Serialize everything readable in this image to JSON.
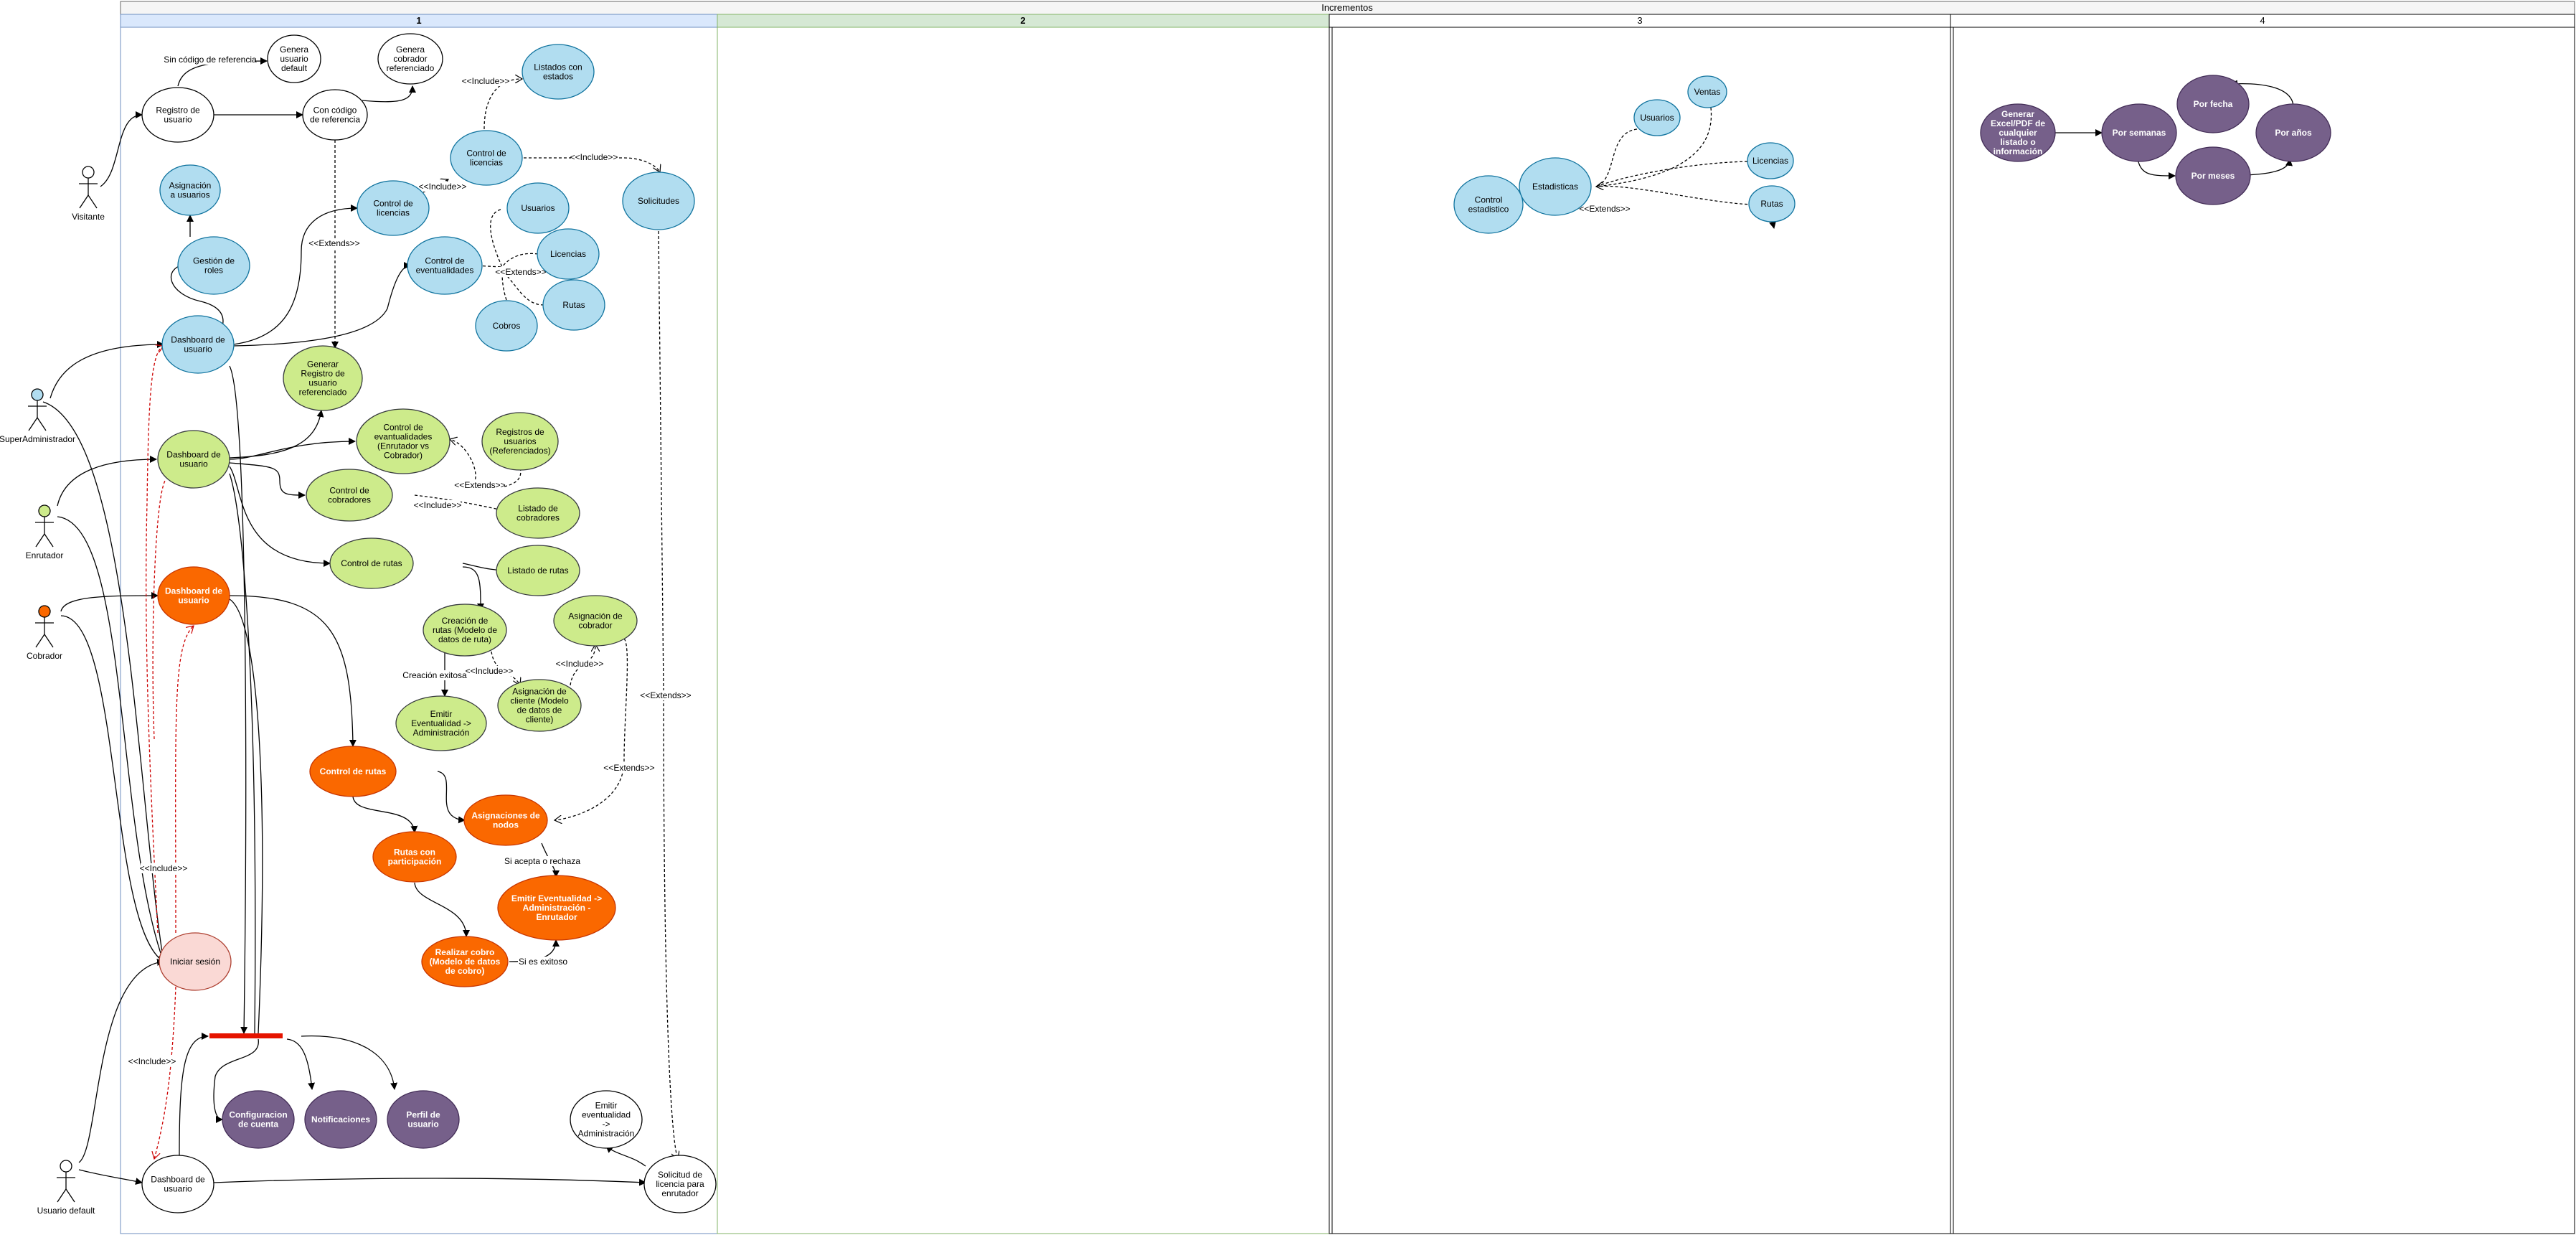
{
  "title": "Incrementos",
  "lanes": [
    {
      "label": "1",
      "color": "#dae8fc"
    },
    {
      "label": "2",
      "color": "#d5e8d4"
    },
    {
      "label": "3",
      "color": "#ffffff"
    },
    {
      "label": "4",
      "color": "#ffffff"
    }
  ],
  "actors": [
    {
      "id": "visitante",
      "label": "Visitante",
      "head": "#ffffff"
    },
    {
      "id": "superadmin",
      "label": "SuperAdministrador",
      "head": "#b1ddf0"
    },
    {
      "id": "enrutador",
      "label": "Enrutador",
      "head": "#cdeb8b"
    },
    {
      "id": "cobrador",
      "label": "Cobrador",
      "head": "#fa6800"
    },
    {
      "id": "usuario-default",
      "label": "Usuario default",
      "head": "#ffffff"
    }
  ],
  "colors": {
    "blue": "#b1ddf0",
    "green": "#cdeb8b",
    "orange": "#fa6800",
    "purple": "#76608a",
    "pink": "#fad9d5",
    "white": "#ffffff",
    "redbar": "#e51400"
  },
  "nodes": [
    {
      "id": "registro",
      "label": "Registro de usuario",
      "style": "white"
    },
    {
      "id": "genera-default",
      "label": "Genera usuario default",
      "style": "white"
    },
    {
      "id": "genera-cobrador",
      "label": "Genera cobrador referenciado",
      "style": "white"
    },
    {
      "id": "con-codigo",
      "label": "Con código de referencia",
      "style": "white"
    },
    {
      "id": "listados-estados",
      "label": "Listados con estados",
      "style": "blue"
    },
    {
      "id": "control-licencias-top",
      "label": "Control de licencias",
      "style": "blue"
    },
    {
      "id": "solicitudes",
      "label": "Solicitudes",
      "style": "blue"
    },
    {
      "id": "asignacion-usuarios",
      "label": "Asignación a usuarios",
      "style": "blue"
    },
    {
      "id": "control-licencias",
      "label": "Control de licencias",
      "style": "blue"
    },
    {
      "id": "usuarios-1",
      "label": "Usuarios",
      "style": "blue"
    },
    {
      "id": "licencias-1",
      "label": "Licencias",
      "style": "blue"
    },
    {
      "id": "control-eventualidades",
      "label": "Control de eventualidades",
      "style": "blue"
    },
    {
      "id": "gestion-roles",
      "label": "Gestión de roles",
      "style": "blue"
    },
    {
      "id": "rutas-1",
      "label": "Rutas",
      "style": "blue"
    },
    {
      "id": "cobros",
      "label": "Cobros",
      "style": "blue"
    },
    {
      "id": "dash-superadmin",
      "label": "Dashboard de usuario",
      "style": "blue"
    },
    {
      "id": "generar-registro",
      "label": "Generar Registro de usuario referenciado",
      "style": "green"
    },
    {
      "id": "control-event-enr",
      "label": "Control de evantualidades (Enrutador vs Cobrador)",
      "style": "green"
    },
    {
      "id": "registros-usuarios",
      "label": "Registros de usuarios (Referenciados)",
      "style": "green"
    },
    {
      "id": "dash-enrutador",
      "label": "Dashboard de usuario",
      "style": "green"
    },
    {
      "id": "control-cobradores",
      "label": "Control de cobradores",
      "style": "green"
    },
    {
      "id": "listado-cobradores",
      "label": "Listado de cobradores",
      "style": "green"
    },
    {
      "id": "control-rutas-g",
      "label": "Control de rutas",
      "style": "green"
    },
    {
      "id": "listado-rutas",
      "label": "Listado de rutas",
      "style": "green"
    },
    {
      "id": "creacion-rutas",
      "label": "Creación de rutas (Modelo de datos de ruta)",
      "style": "green"
    },
    {
      "id": "asignacion-cobrador",
      "label": "Asignación de cobrador",
      "style": "green"
    },
    {
      "id": "emitir-event-admin",
      "label": "Emitir Eventualidad -> Administración",
      "style": "green"
    },
    {
      "id": "asignacion-cliente",
      "label": "Asignación de cliente (Modelo de datos de cliente)",
      "style": "green"
    },
    {
      "id": "dash-cobrador",
      "label": "Dashboard de usuario",
      "style": "orange"
    },
    {
      "id": "control-rutas-o",
      "label": "Control de rutas",
      "style": "orange"
    },
    {
      "id": "asignaciones-nodos",
      "label": "Asignaciones de nodos",
      "style": "orange"
    },
    {
      "id": "rutas-participacion",
      "label": "Rutas con participación",
      "style": "orange"
    },
    {
      "id": "emitir-event-enr",
      "label": "Emitir Eventualidad -> Administración - Enrutador",
      "style": "orange"
    },
    {
      "id": "realizar-cobro",
      "label": "Realizar cobro (Modelo de datos de cobro)",
      "style": "orange"
    },
    {
      "id": "iniciar-sesion",
      "label": "Iniciar sesión",
      "style": "pink"
    },
    {
      "id": "config-cuenta",
      "label": "Configuracion de cuenta",
      "style": "purple"
    },
    {
      "id": "notificaciones",
      "label": "Notificaciones",
      "style": "purple"
    },
    {
      "id": "perfil-usuario",
      "label": "Perfil de usuario",
      "style": "purple"
    },
    {
      "id": "emitir-event-admin-w",
      "label": "Emitir eventualidad -> Administración",
      "style": "white"
    },
    {
      "id": "dash-default",
      "label": "Dashboard de usuario",
      "style": "white"
    },
    {
      "id": "solicitud-licencia",
      "label": "Solicitud de licencia para enrutador",
      "style": "white"
    },
    {
      "id": "ventas",
      "label": "Ventas",
      "style": "blue"
    },
    {
      "id": "usuarios-3",
      "label": "Usuarios",
      "style": "blue"
    },
    {
      "id": "licencias-3",
      "label": "Licencias",
      "style": "blue"
    },
    {
      "id": "estadisticas",
      "label": "Estadisticas",
      "style": "blue"
    },
    {
      "id": "control-estadistico",
      "label": "Control estadistico",
      "style": "blue"
    },
    {
      "id": "rutas-3",
      "label": "Rutas",
      "style": "blue"
    },
    {
      "id": "generar-excel",
      "label": "Generar Excel/PDF de cualquier listado o información",
      "style": "purple"
    },
    {
      "id": "por-fecha",
      "label": "Por fecha",
      "style": "purple"
    },
    {
      "id": "por-semanas",
      "label": "Por semanas",
      "style": "purple"
    },
    {
      "id": "por-anos",
      "label": "Por años",
      "style": "purple"
    },
    {
      "id": "por-meses",
      "label": "Por meses",
      "style": "purple"
    }
  ],
  "edges": [
    {
      "id": "e-vis-reg",
      "from": "visitante",
      "to": "registro",
      "label": ""
    },
    {
      "id": "e-reg-def",
      "from": "registro",
      "to": "genera-default",
      "label": "Sin código de referencia"
    },
    {
      "id": "e-reg-con",
      "from": "registro",
      "to": "con-codigo",
      "label": ""
    },
    {
      "id": "e-con-gen",
      "from": "con-codigo",
      "to": "genera-cobrador",
      "label": ""
    },
    {
      "id": "e-con-genreg",
      "from": "con-codigo",
      "to": "generar-registro",
      "label": ""
    },
    {
      "id": "e-cl-cl",
      "from": "control-licencias",
      "to": "control-licencias-top",
      "label": "<<Include>>"
    },
    {
      "id": "e-clt-list",
      "from": "control-licencias-top",
      "to": "listados-estados",
      "label": "<<Include>>"
    },
    {
      "id": "e-clt-sol",
      "from": "control-licencias-top",
      "to": "solicitudes",
      "label": "<<Include>>"
    },
    {
      "id": "e-extends-genreg",
      "from": "con-codigo",
      "to": "generar-registro",
      "label": "<<Extends>>"
    },
    {
      "id": "e-extends-ce",
      "from": "usuarios-1",
      "to": "control-eventualidades",
      "label": "<<Extends>>"
    },
    {
      "id": "e-extends-reg",
      "from": "registros-usuarios",
      "to": "control-event-enr",
      "label": "<<Extends>>"
    },
    {
      "id": "e-include-lc",
      "from": "control-cobradores",
      "to": "listado-cobradores",
      "label": "<<Include>>"
    },
    {
      "id": "e-creacion",
      "from": "creacion-rutas",
      "to": "emitir-event-admin",
      "label": "Creación exitosa"
    },
    {
      "id": "e-include-ac",
      "from": "creacion-rutas",
      "to": "asignacion-cliente",
      "label": "<<Include>>"
    },
    {
      "id": "e-include-acob",
      "from": "asignacion-cliente",
      "to": "asignacion-cobrador",
      "label": "<<Include>>"
    },
    {
      "id": "e-sol-ext",
      "from": "solicitudes",
      "to": "solicitud-licencia",
      "label": "<<Extends>>"
    },
    {
      "id": "e-asig-ext",
      "from": "asignacion-cobrador",
      "to": "asignaciones-nodos",
      "label": "<<Extends>>"
    },
    {
      "id": "e-si-acepta",
      "from": "asignaciones-nodos",
      "to": "emitir-event-enr",
      "label": "Si acepta o rechaza"
    },
    {
      "id": "e-si-exitoso",
      "from": "realizar-cobro",
      "to": "emitir-event-enr",
      "label": "Si es exitoso"
    },
    {
      "id": "e-include-is",
      "from": "iniciar-sesion",
      "to": "dash-superadmin",
      "label": "<<Include>>"
    },
    {
      "id": "e-include-dd",
      "from": "iniciar-sesion",
      "to": "dash-default",
      "label": "<<Include>>"
    },
    {
      "id": "e-est-ext",
      "from": "rutas-3",
      "to": "estadisticas",
      "label": "<<Extends>>"
    }
  ],
  "labels": {
    "sin_codigo": "Sin código de referencia",
    "include": "<<Include>>",
    "extends": "<<Extends>>",
    "creacion_exitosa": "Creación exitosa",
    "si_acepta": "Si acepta o rechaza",
    "si_exitoso": "Si es exitoso"
  }
}
